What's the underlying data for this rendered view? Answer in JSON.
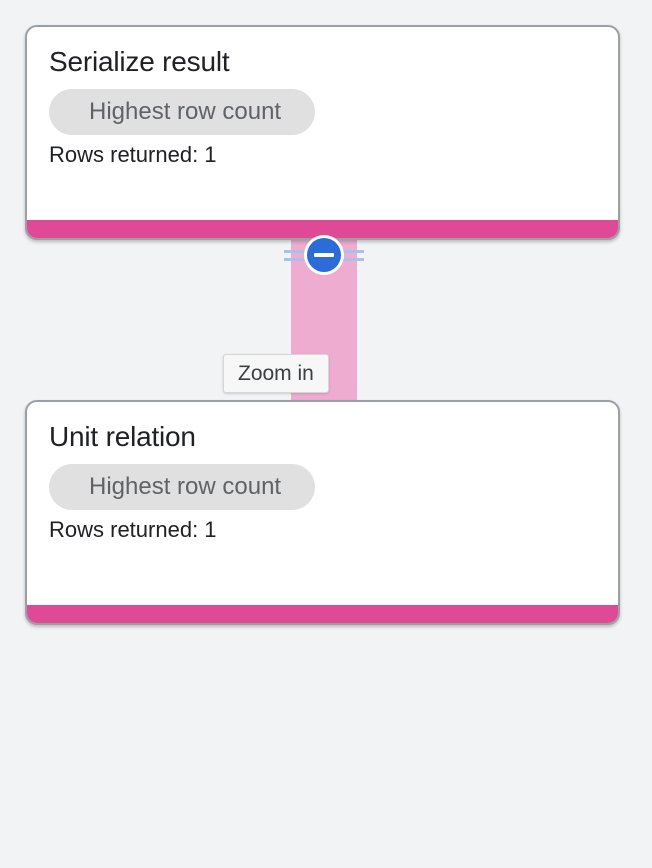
{
  "canvas": {
    "background_color": "#F1F3F4"
  },
  "nodes": [
    {
      "title": "Serialize result",
      "badge": "Highest row count",
      "rows": "Rows returned: 1",
      "accent_color": "#DF4A96"
    },
    {
      "title": "Unit relation",
      "badge": "Highest row count",
      "rows": "Rows returned: 1",
      "accent_color": "#DF4A96"
    }
  ],
  "connector": {
    "color": "#EDACD0"
  },
  "collapse_control": {
    "icon": "minus-circle-icon",
    "color": "#2B6CD9",
    "rail_color": "#A8C0EC"
  },
  "tooltip": {
    "text": "Zoom in"
  }
}
